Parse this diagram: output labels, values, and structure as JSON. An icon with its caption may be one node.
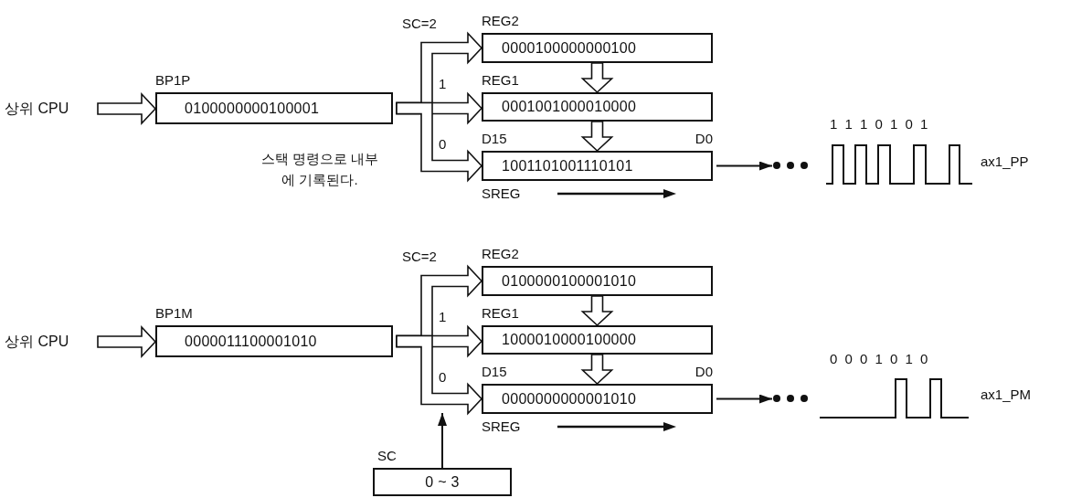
{
  "diagram": {
    "nodes": [
      {
        "text": [
          "상위 CPU"
        ]
      },
      {
        "text": [
          "BP1P",
          "0100000000100001"
        ]
      },
      {
        "text": [
          "REG2",
          "0000100000000100"
        ]
      },
      {
        "text": [
          "REG1",
          "0001001000010000"
        ]
      },
      {
        "text": [
          "D15",
          "D0",
          "1001101001110101"
        ],
        "beside": [
          "SREG"
        ]
      },
      {
        "text": [],
        "shape": "picture",
        "beside": [
          "1 1 1 0 1 0 1",
          "ax1_PP"
        ]
      },
      {
        "text": [
          "상위 CPU"
        ]
      },
      {
        "text": [
          "BP1M",
          "0000011100001010"
        ]
      },
      {
        "text": [
          "REG2",
          "0100000100001010"
        ]
      },
      {
        "text": [
          "REG1",
          "1000010000100000"
        ]
      },
      {
        "text": [
          "D15",
          "D0",
          "0000000000001010"
        ],
        "beside": [
          "SREG"
        ]
      },
      {
        "text": [],
        "shape": "picture",
        "beside": [
          "0 0 0 1 0 1 0",
          "ax1_PM"
        ]
      },
      {
        "text": [
          "SC",
          "0 ~ 3"
        ]
      }
    ],
    "edges": [
      {
        "from": 0,
        "to": 1,
        "arrow": "to",
        "style": "thick"
      },
      {
        "from": 1,
        "to": 2,
        "arrow": "to",
        "style": "thick",
        "label": "SC=2"
      },
      {
        "from": 1,
        "to": 3,
        "arrow": "to",
        "style": "thick",
        "label": "1"
      },
      {
        "from": 1,
        "to": 4,
        "arrow": "to",
        "style": "thick",
        "label": "0"
      },
      {
        "from": 2,
        "to": 3,
        "arrow": "to",
        "style": "thick"
      },
      {
        "from": 3,
        "to": 4,
        "arrow": "to",
        "style": "thick"
      },
      {
        "from": 4,
        "to": 5,
        "arrow": "to"
      },
      {
        "from": 6,
        "to": 7,
        "arrow": "to",
        "style": "thick"
      },
      {
        "from": 7,
        "to": 8,
        "arrow": "to",
        "style": "thick",
        "label": "SC=2"
      },
      {
        "from": 7,
        "to": 9,
        "arrow": "to",
        "style": "thick",
        "label": "1"
      },
      {
        "from": 7,
        "to": 10,
        "arrow": "to",
        "style": "thick",
        "label": "0"
      },
      {
        "from": 8,
        "to": 9,
        "arrow": "to",
        "style": "thick"
      },
      {
        "from": 9,
        "to": 10,
        "arrow": "to",
        "style": "thick"
      },
      {
        "from": 10,
        "to": 11,
        "arrow": "to"
      },
      {
        "from": 12,
        "to": null,
        "arrow": "to"
      }
    ],
    "labels": [
      "스택 명령으로 내부에 기록된다."
    ]
  }
}
